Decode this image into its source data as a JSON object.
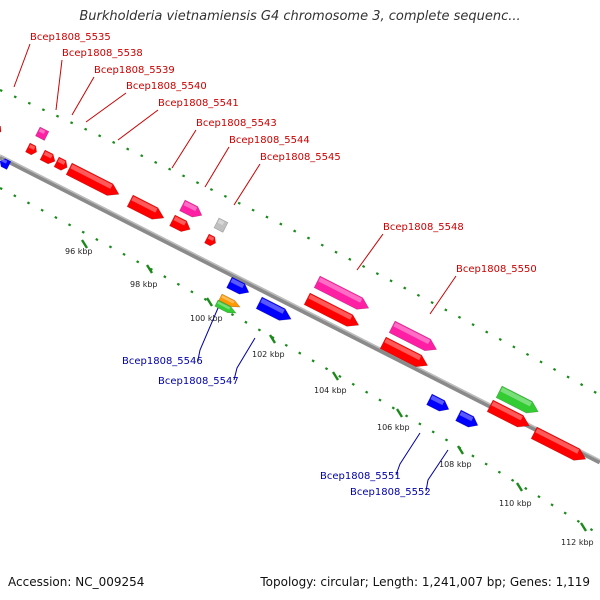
{
  "title": "Burkholderia vietnamiensis G4 chromosome 3, complete sequenc...",
  "footer": {
    "accession": "Accession: NC_009254",
    "summary": "Topology: circular; Length: 1,241,007 bp; Genes: 1,119"
  },
  "colors": {
    "red": "#ff0000",
    "pink": "#ff1fa5",
    "blue": "#0000ff",
    "green": "#33cc33",
    "orange": "#ff9900",
    "grey": "#c0c0c0",
    "backbone": "#8a8a8a",
    "dots": "#1a8a1a",
    "label_top": "#cc0000",
    "label_bottom": "#0000aa"
  },
  "ticks": [
    "96 kbp",
    "98 kbp",
    "100 kbp",
    "102 kbp",
    "104 kbp",
    "106 kbp",
    "108 kbp",
    "110 kbp",
    "112 kbp"
  ],
  "genes_top": [
    "Bcep1808_5535",
    "Bcep1808_5538",
    "Bcep1808_5539",
    "Bcep1808_5540",
    "Bcep1808_5541",
    "Bcep1808_5543",
    "Bcep1808_5544",
    "Bcep1808_5545",
    "Bcep1808_5548",
    "Bcep1808_5550"
  ],
  "genes_bottom": [
    "Bcep1808_5546",
    "Bcep1808_5547",
    "Bcep1808_5551",
    "Bcep1808_5552"
  ]
}
